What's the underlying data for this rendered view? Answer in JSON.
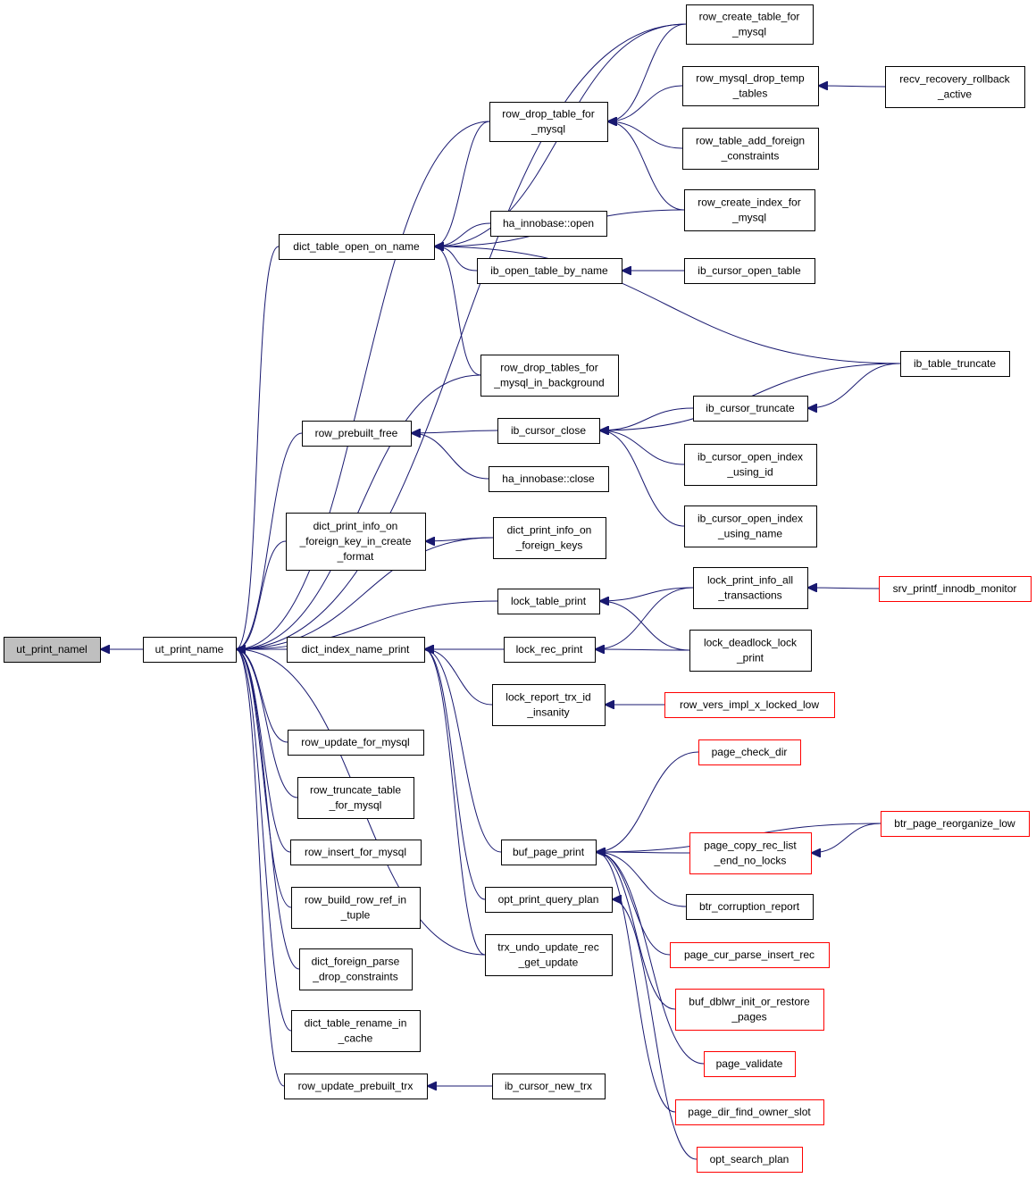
{
  "graph": {
    "edge_color": "#191970",
    "root_fill": "#bfbfbf",
    "truncated_border_color": "#ff0000",
    "nodes": {
      "ut_print_namel": {
        "lines": [
          "ut_print_namel"
        ],
        "root": true
      },
      "ut_print_name": {
        "lines": [
          "ut_print_name"
        ]
      },
      "row_create_table_for_mysql": {
        "lines": [
          "row_create_table_for",
          "_mysql"
        ]
      },
      "row_drop_table_for_mysql": {
        "lines": [
          "row_drop_table_for",
          "_mysql"
        ]
      },
      "row_mysql_drop_temp_tables": {
        "lines": [
          "row_mysql_drop_temp",
          "_tables"
        ]
      },
      "recv_recovery_rollback_active": {
        "lines": [
          "recv_recovery_rollback",
          "_active"
        ]
      },
      "row_table_add_foreign_constraints": {
        "lines": [
          "row_table_add_foreign",
          "_constraints"
        ]
      },
      "row_create_index_for_mysql": {
        "lines": [
          "row_create_index_for",
          "_mysql"
        ]
      },
      "dict_table_open_on_name": {
        "lines": [
          "dict_table_open_on_name"
        ]
      },
      "ha_innobase_open": {
        "lines": [
          "ha_innobase::open"
        ]
      },
      "ib_open_table_by_name": {
        "lines": [
          "ib_open_table_by_name"
        ]
      },
      "ib_cursor_open_table": {
        "lines": [
          "ib_cursor_open_table"
        ]
      },
      "ib_table_truncate": {
        "lines": [
          "ib_table_truncate"
        ]
      },
      "row_drop_tables_for_mysql_in_background": {
        "lines": [
          "row_drop_tables_for",
          "_mysql_in_background"
        ]
      },
      "row_prebuilt_free": {
        "lines": [
          "row_prebuilt_free"
        ]
      },
      "ib_cursor_close": {
        "lines": [
          "ib_cursor_close"
        ]
      },
      "ib_cursor_truncate": {
        "lines": [
          "ib_cursor_truncate"
        ]
      },
      "ha_innobase_close": {
        "lines": [
          "ha_innobase::close"
        ]
      },
      "ib_cursor_open_index_using_id": {
        "lines": [
          "ib_cursor_open_index",
          "_using_id"
        ]
      },
      "ib_cursor_open_index_using_name": {
        "lines": [
          "ib_cursor_open_index",
          "_using_name"
        ]
      },
      "dict_print_info_on_foreign_key_in_create_format": {
        "lines": [
          "dict_print_info_on",
          "_foreign_key_in_create",
          "_format"
        ]
      },
      "dict_print_info_on_foreign_keys": {
        "lines": [
          "dict_print_info_on",
          "_foreign_keys"
        ]
      },
      "lock_table_print": {
        "lines": [
          "lock_table_print"
        ]
      },
      "lock_print_info_all_transactions": {
        "lines": [
          "lock_print_info_all",
          "_transactions"
        ]
      },
      "srv_printf_innodb_monitor": {
        "lines": [
          "srv_printf_innodb_monitor"
        ],
        "truncated": true
      },
      "dict_index_name_print": {
        "lines": [
          "dict_index_name_print"
        ]
      },
      "lock_rec_print": {
        "lines": [
          "lock_rec_print"
        ]
      },
      "lock_deadlock_lock_print": {
        "lines": [
          "lock_deadlock_lock",
          "_print"
        ]
      },
      "lock_report_trx_id_insanity": {
        "lines": [
          "lock_report_trx_id",
          "_insanity"
        ]
      },
      "row_vers_impl_x_locked_low": {
        "lines": [
          "row_vers_impl_x_locked_low"
        ],
        "truncated": true
      },
      "row_update_for_mysql": {
        "lines": [
          "row_update_for_mysql"
        ]
      },
      "row_truncate_table_for_mysql": {
        "lines": [
          "row_truncate_table",
          "_for_mysql"
        ]
      },
      "row_insert_for_mysql": {
        "lines": [
          "row_insert_for_mysql"
        ]
      },
      "row_build_row_ref_in_tuple": {
        "lines": [
          "row_build_row_ref_in",
          "_tuple"
        ]
      },
      "dict_foreign_parse_drop_constraints": {
        "lines": [
          "dict_foreign_parse",
          "_drop_constraints"
        ]
      },
      "dict_table_rename_in_cache": {
        "lines": [
          "dict_table_rename_in",
          "_cache"
        ]
      },
      "row_update_prebuilt_trx": {
        "lines": [
          "row_update_prebuilt_trx"
        ]
      },
      "ib_cursor_new_trx": {
        "lines": [
          "ib_cursor_new_trx"
        ]
      },
      "page_check_dir": {
        "lines": [
          "page_check_dir"
        ],
        "truncated": true
      },
      "buf_page_print": {
        "lines": [
          "buf_page_print"
        ]
      },
      "btr_page_reorganize_low": {
        "lines": [
          "btr_page_reorganize_low"
        ],
        "truncated": true
      },
      "page_copy_rec_list_end_no_locks": {
        "lines": [
          "page_copy_rec_list",
          "_end_no_locks"
        ],
        "truncated": true
      },
      "opt_print_query_plan": {
        "lines": [
          "opt_print_query_plan"
        ]
      },
      "btr_corruption_report": {
        "lines": [
          "btr_corruption_report"
        ]
      },
      "trx_undo_update_rec_get_update": {
        "lines": [
          "trx_undo_update_rec",
          "_get_update"
        ]
      },
      "page_cur_parse_insert_rec": {
        "lines": [
          "page_cur_parse_insert_rec"
        ],
        "truncated": true
      },
      "buf_dblwr_init_or_restore_pages": {
        "lines": [
          "buf_dblwr_init_or_restore",
          "_pages"
        ],
        "truncated": true
      },
      "page_validate": {
        "lines": [
          "page_validate"
        ],
        "truncated": true
      },
      "page_dir_find_owner_slot": {
        "lines": [
          "page_dir_find_owner_slot"
        ],
        "truncated": true
      },
      "opt_search_plan": {
        "lines": [
          "opt_search_plan"
        ],
        "truncated": true
      }
    },
    "edges": [
      [
        "ut_print_name",
        "ut_print_namel"
      ],
      [
        "row_create_table_for_mysql",
        "ut_print_name"
      ],
      [
        "row_drop_table_for_mysql",
        "ut_print_name"
      ],
      [
        "dict_table_open_on_name",
        "ut_print_name"
      ],
      [
        "row_drop_tables_for_mysql_in_background",
        "ut_print_name"
      ],
      [
        "row_prebuilt_free",
        "ut_print_name"
      ],
      [
        "dict_print_info_on_foreign_keys",
        "ut_print_name"
      ],
      [
        "dict_print_info_on_foreign_key_in_create_format",
        "ut_print_name"
      ],
      [
        "lock_table_print",
        "ut_print_name"
      ],
      [
        "dict_index_name_print",
        "ut_print_name"
      ],
      [
        "row_update_for_mysql",
        "ut_print_name"
      ],
      [
        "row_truncate_table_for_mysql",
        "ut_print_name"
      ],
      [
        "row_insert_for_mysql",
        "ut_print_name"
      ],
      [
        "row_build_row_ref_in_tuple",
        "ut_print_name"
      ],
      [
        "dict_foreign_parse_drop_constraints",
        "ut_print_name"
      ],
      [
        "dict_table_rename_in_cache",
        "ut_print_name"
      ],
      [
        "row_update_prebuilt_trx",
        "ut_print_name"
      ],
      [
        "trx_undo_update_rec_get_update",
        "ut_print_name"
      ],
      [
        "row_create_table_for_mysql",
        "row_drop_table_for_mysql"
      ],
      [
        "row_mysql_drop_temp_tables",
        "row_drop_table_for_mysql"
      ],
      [
        "row_table_add_foreign_constraints",
        "row_drop_table_for_mysql"
      ],
      [
        "row_create_index_for_mysql",
        "row_drop_table_for_mysql"
      ],
      [
        "recv_recovery_rollback_active",
        "row_mysql_drop_temp_tables"
      ],
      [
        "row_create_table_for_mysql",
        "dict_table_open_on_name"
      ],
      [
        "row_drop_table_for_mysql",
        "dict_table_open_on_name"
      ],
      [
        "row_create_index_for_mysql",
        "dict_table_open_on_name"
      ],
      [
        "ha_innobase_open",
        "dict_table_open_on_name"
      ],
      [
        "ib_open_table_by_name",
        "dict_table_open_on_name"
      ],
      [
        "ib_table_truncate",
        "dict_table_open_on_name"
      ],
      [
        "row_drop_tables_for_mysql_in_background",
        "dict_table_open_on_name"
      ],
      [
        "ib_cursor_open_table",
        "ib_open_table_by_name"
      ],
      [
        "ib_cursor_close",
        "row_prebuilt_free"
      ],
      [
        "ha_innobase_close",
        "row_prebuilt_free"
      ],
      [
        "ib_table_truncate",
        "ib_cursor_close"
      ],
      [
        "ib_cursor_truncate",
        "ib_cursor_close"
      ],
      [
        "ib_cursor_open_index_using_id",
        "ib_cursor_close"
      ],
      [
        "ib_cursor_open_index_using_name",
        "ib_cursor_close"
      ],
      [
        "ib_table_truncate",
        "ib_cursor_truncate"
      ],
      [
        "dict_print_info_on_foreign_keys",
        "dict_print_info_on_foreign_key_in_create_format"
      ],
      [
        "lock_print_info_all_transactions",
        "lock_table_print"
      ],
      [
        "lock_deadlock_lock_print",
        "lock_table_print"
      ],
      [
        "srv_printf_innodb_monitor",
        "lock_print_info_all_transactions"
      ],
      [
        "lock_rec_print",
        "dict_index_name_print"
      ],
      [
        "lock_report_trx_id_insanity",
        "dict_index_name_print"
      ],
      [
        "buf_page_print",
        "dict_index_name_print"
      ],
      [
        "opt_print_query_plan",
        "dict_index_name_print"
      ],
      [
        "trx_undo_update_rec_get_update",
        "dict_index_name_print"
      ],
      [
        "lock_print_info_all_transactions",
        "lock_rec_print"
      ],
      [
        "lock_deadlock_lock_print",
        "lock_rec_print"
      ],
      [
        "row_vers_impl_x_locked_low",
        "lock_report_trx_id_insanity"
      ],
      [
        "row_update_prebuilt_trx",
        "row_update_prebuilt_trx"
      ],
      [
        "ib_cursor_new_trx",
        "row_update_prebuilt_trx"
      ],
      [
        "page_check_dir",
        "buf_page_print"
      ],
      [
        "btr_page_reorganize_low",
        "buf_page_print"
      ],
      [
        "page_copy_rec_list_end_no_locks",
        "buf_page_print"
      ],
      [
        "btr_corruption_report",
        "buf_page_print"
      ],
      [
        "page_cur_parse_insert_rec",
        "buf_page_print"
      ],
      [
        "buf_dblwr_init_or_restore_pages",
        "buf_page_print"
      ],
      [
        "page_validate",
        "buf_page_print"
      ],
      [
        "page_dir_find_owner_slot",
        "buf_page_print"
      ],
      [
        "btr_page_reorganize_low",
        "page_copy_rec_list_end_no_locks"
      ],
      [
        "opt_search_plan",
        "opt_print_query_plan"
      ]
    ]
  }
}
